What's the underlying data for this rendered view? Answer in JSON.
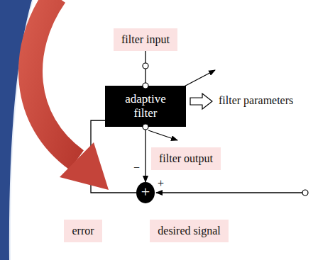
{
  "diagram": {
    "nodes": [
      {
        "text": [
          "filter input"
        ]
      },
      {
        "text": [
          "adaptive filter"
        ]
      },
      {
        "text": [
          "filter output"
        ]
      },
      {
        "text": [
          "+"
        ]
      },
      {
        "text": [
          "error"
        ]
      },
      {
        "text": [
          "desired signal"
        ]
      }
    ],
    "edges": [
      {
        "from": 0,
        "to": 1,
        "arrow": "none"
      },
      {
        "from": 1,
        "to": 3,
        "arrow": "to"
      },
      {
        "from": 3,
        "to": 1,
        "arrow": "none"
      }
    ],
    "labels": [
      "filter parameters",
      "−",
      "+"
    ]
  }
}
